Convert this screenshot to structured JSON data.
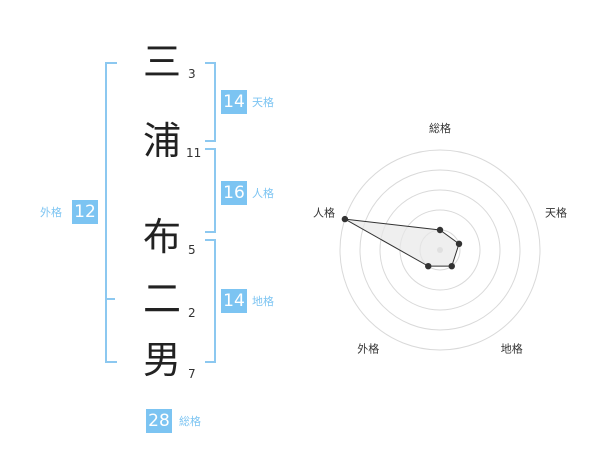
{
  "colors": {
    "bracket": "#8cc8f0",
    "badge_bg": "#7cc4f2",
    "label_text": "#7cc4f2",
    "radar_grid": "#d9d9d9",
    "radar_line": "#333333",
    "radar_fill": "#e8e8e8"
  },
  "name": {
    "characters": [
      {
        "char": "三",
        "strokes": "3"
      },
      {
        "char": "浦",
        "strokes": "11"
      },
      {
        "char": "布",
        "strokes": "5"
      },
      {
        "char": "二",
        "strokes": "2"
      },
      {
        "char": "男",
        "strokes": "7"
      }
    ]
  },
  "fortune": {
    "tenkaku": {
      "value": "14",
      "label": "天格"
    },
    "jinkaku": {
      "value": "16",
      "label": "人格"
    },
    "chikaku": {
      "value": "14",
      "label": "地格"
    },
    "gaikaku": {
      "value": "12",
      "label": "外格"
    },
    "soukaku": {
      "value": "28",
      "label": "総格"
    }
  },
  "chart_data": {
    "type": "radar",
    "axes": [
      "総格",
      "天格",
      "地格",
      "外格",
      "人格"
    ],
    "values": [
      1,
      1,
      1,
      1,
      5
    ],
    "rmax": 5
  }
}
